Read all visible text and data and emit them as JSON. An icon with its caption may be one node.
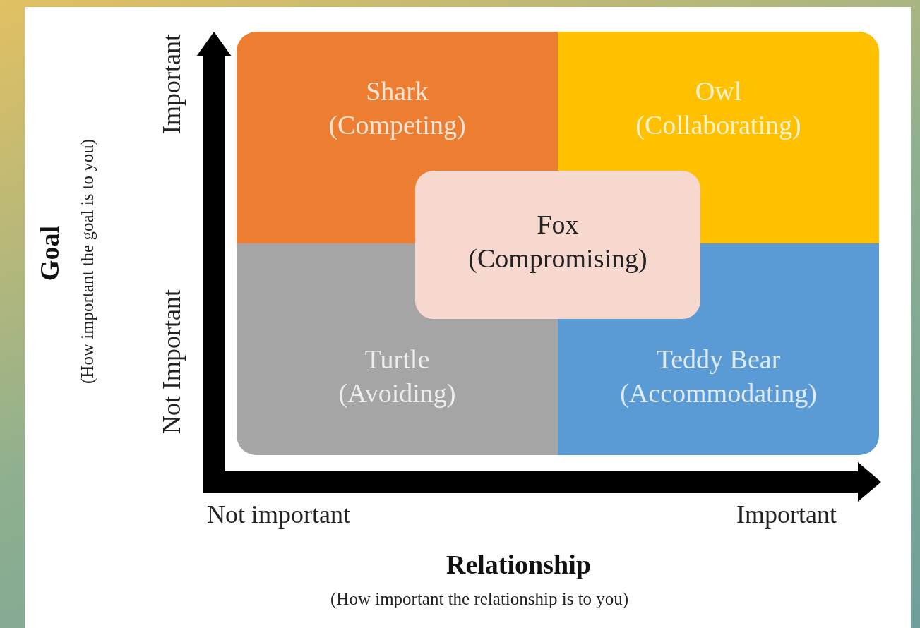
{
  "diagram": {
    "nodes": [
      {
        "text": [
          "Shark",
          "(Competing)"
        ]
      },
      {
        "text": [
          "Owl",
          "(Collaborating)"
        ]
      },
      {
        "text": [
          "Turtle",
          "(Avoiding)"
        ]
      },
      {
        "text": [
          "Teddy Bear",
          "(Accommodating)"
        ]
      },
      {
        "text": [
          "Fox",
          "(Compromising)"
        ]
      }
    ],
    "edges": [],
    "labels": [
      "Goal",
      "(How important the goal is to you)",
      "Important",
      "Not Important",
      "Not important",
      "Important",
      "Relationship",
      "(How important the relationship is to you)"
    ]
  }
}
